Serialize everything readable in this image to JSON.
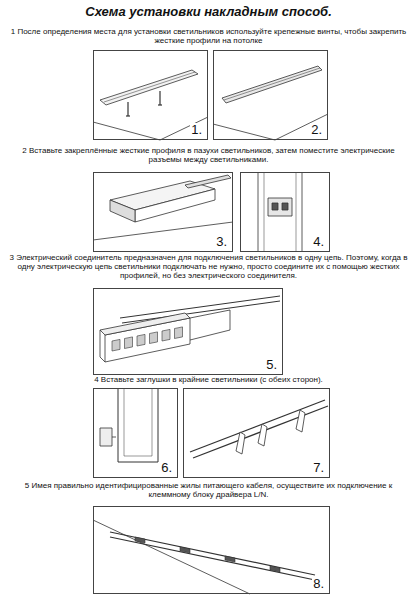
{
  "diagram": {
    "title": "Схема установки накладным способ.",
    "nodes": [
      {
        "text": [
          "1."
        ]
      },
      {
        "text": [
          "2."
        ]
      },
      {
        "text": [
          "3."
        ]
      },
      {
        "text": [
          "4."
        ]
      },
      {
        "text": [
          "5."
        ]
      },
      {
        "text": [
          "6."
        ]
      },
      {
        "text": [
          "7."
        ]
      },
      {
        "text": [
          "8."
        ]
      }
    ],
    "labels": [
      "1 После определения места для установки светильников используйте крепежные винты, чтобы закрепить жесткие профили на потолке",
      "2 Вставьте закреплённые жесткие профиля в пазухи светильников, затем поместите электрические разъемы между светильниками.",
      "3 Электрический соединитель предназначен для подключения светильников в одну цепь. Поэтому, когда в одну электрическую цепь светильники подключать не нужно, просто соедините их с помощью жестких профилей, но без электрического соединителя.",
      "4 Вставьте заглушки в крайние светильники (с обеих сторон).",
      "5 Имея правильно идентифицированные жилы питающего кабеля, осуществите их подключение к клеммному блоку драйвера L/N."
    ]
  }
}
